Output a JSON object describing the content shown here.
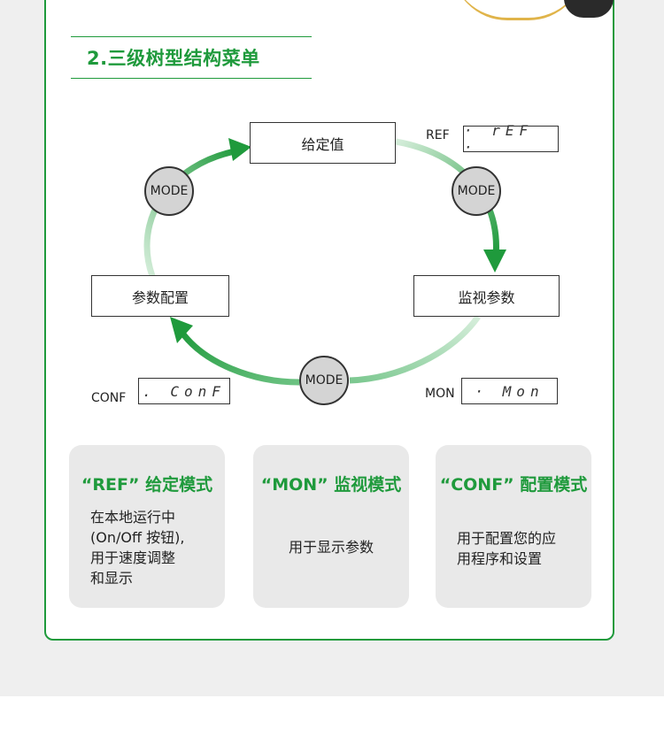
{
  "section": {
    "title": "2.三级树型结构菜单"
  },
  "diagram": {
    "nodes": {
      "ref_value": "给定值",
      "monitor_params": "监视参数",
      "param_config": "参数配置"
    },
    "mode_label": "MODE",
    "tags": {
      "ref": "REF",
      "mon": "MON",
      "conf": "CONF"
    },
    "displays": {
      "ref": "· rEF ·",
      "mon": "· Mon",
      "conf": ". ConF"
    },
    "colors": {
      "accent": "#1f9a3c",
      "arrow_light": "#cfe9d4"
    }
  },
  "modes": [
    {
      "title": "“REF” 给定模式",
      "body": "在本地运行中\n(On/Off 按钮),\n用于速度调整\n和显示"
    },
    {
      "title": "“MON” 监视模式",
      "body": "用于显示参数"
    },
    {
      "title": "“CONF” 配置模式",
      "body": "用于配置您的应\n用程序和设置"
    }
  ]
}
